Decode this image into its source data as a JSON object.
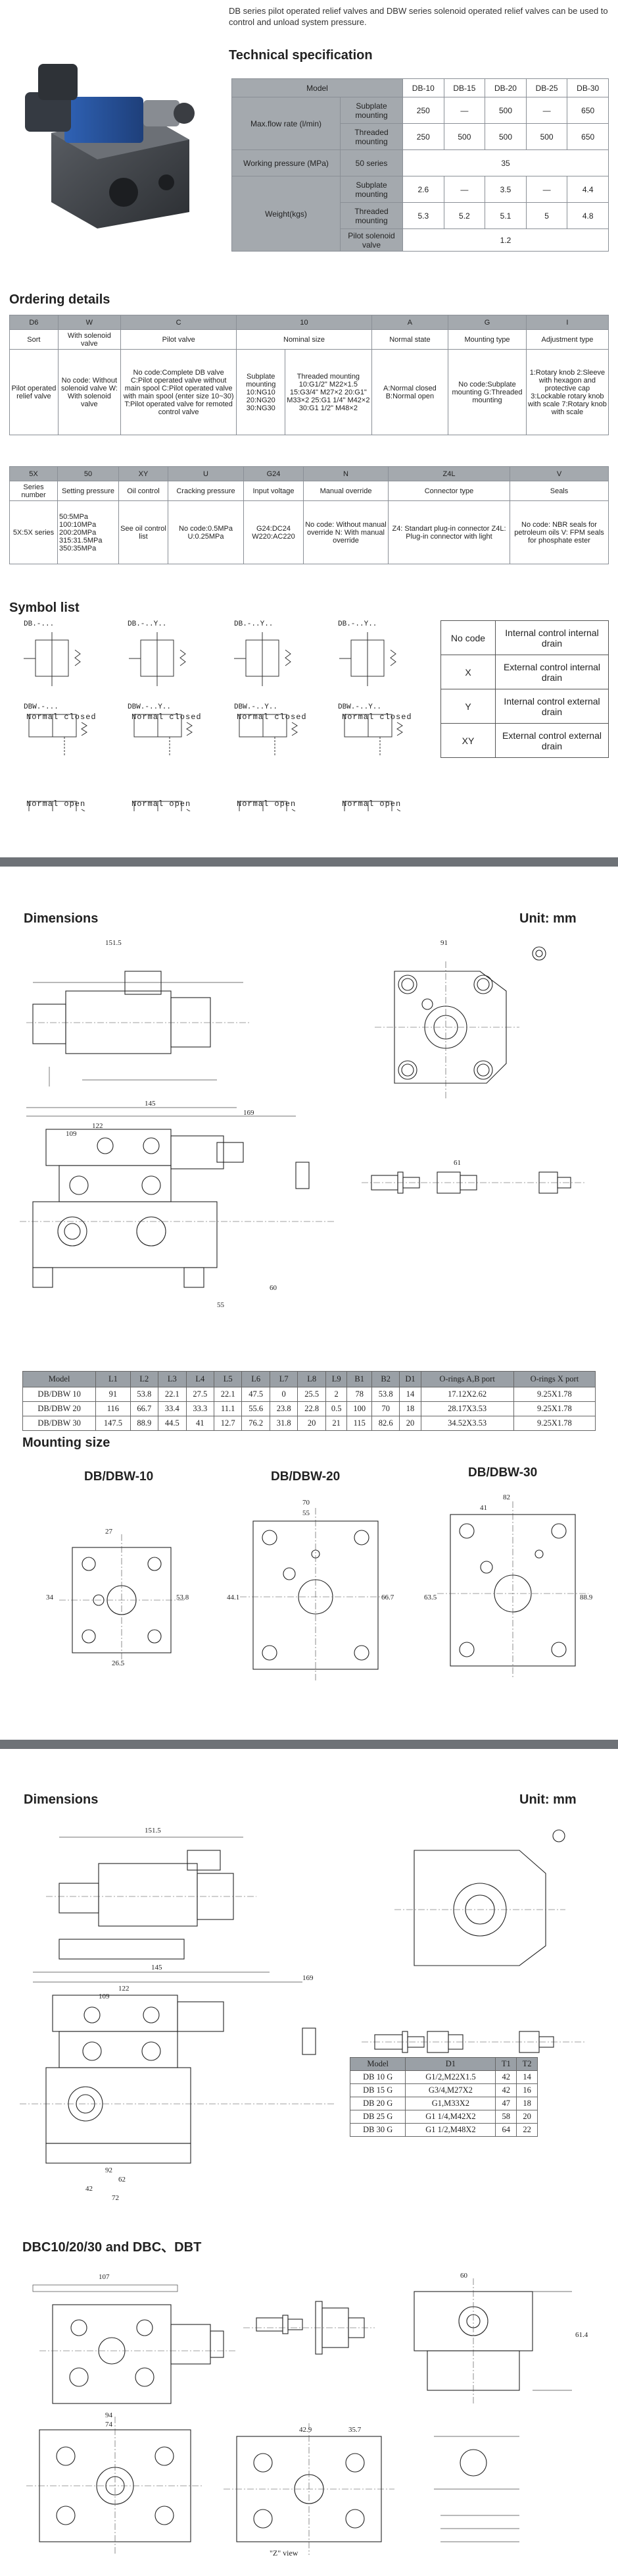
{
  "intro_text": "DB series pilot operated relief valves and DBW series solenoid operated relief valves can be used to control and unload system pressure.",
  "tech_spec": {
    "title": "Technical specification",
    "header": {
      "model": "Model",
      "cols": [
        "DB-10",
        "DB-15",
        "DB-20",
        "DB-25",
        "DB-30"
      ]
    },
    "max_flow": {
      "label": "Max.flow rate (l/min)",
      "subplate": "Subplate mounting",
      "threaded": "Threaded mounting",
      "subplate_vals": [
        "250",
        "—",
        "500",
        "—",
        "650"
      ],
      "threaded_vals": [
        "250",
        "500",
        "500",
        "500",
        "650"
      ]
    },
    "pressure": {
      "label": "Working pressure (MPa)",
      "series": "50 series",
      "value": "35"
    },
    "weight": {
      "label": "Weight(kgs)",
      "subplate": "Subplate mounting",
      "threaded": "Threaded mounting",
      "pilot": "Pilot solenoid valve",
      "subplate_vals": [
        "2.6",
        "—",
        "3.5",
        "—",
        "4.4"
      ],
      "threaded_vals": [
        "5.3",
        "5.2",
        "5.1",
        "5",
        "4.8"
      ],
      "pilot_val": "1.2"
    }
  },
  "ordering": {
    "title": "Ordering details",
    "row1_codes": [
      "D6",
      "W",
      "C",
      "10",
      "A",
      "G",
      "I"
    ],
    "row1_heads": [
      "Sort",
      "With solenoid valve",
      "Pilot valve",
      "Nominal size",
      "Normal state",
      "Mounting type",
      "Adjustment type"
    ],
    "row1_desc": [
      "Pilot operated relief valve",
      "No code: Without solenoid valve W: With solenoid valve",
      "No code:Complete DB valve C:Pilot operated valve without main spool C:Pilot operated valve with main spool (enter size 10~30) T:Pilot operated valve for remoted control valve",
      "Subplate mounting 10:NG10 20:NG20 30:NG30",
      "Threaded mounting 10:G1/2\" M22×1.5 15:G3/4\" M27×2 20:G1\" M33×2 25:G1 1/4\" M42×2 30:G1 1/2\" M48×2",
      "A:Normal closed B:Normal open",
      "No code:Subplate mounting G:Threaded mounting",
      "1:Rotary knob 2:Sleeve with hexagon and protective cap 3:Lockable rotary knob with scale 7:Rotary knob with scale"
    ],
    "row2_codes": [
      "5X",
      "50",
      "XY",
      "U",
      "G24",
      "N",
      "Z4L",
      "V"
    ],
    "row2_heads": [
      "Series number",
      "Setting pressure",
      "Oil control",
      "Cracking pressure",
      "Input voltage",
      "Manual override",
      "Connector type",
      "Seals"
    ],
    "row2_desc": [
      "5X:5X series",
      "50:5MPa 100:10MPa 200:20MPa 315:31.5MPa 350:35MPa",
      "See oil control list",
      "No code:0.5MPa U:0.25MPa",
      "G24:DC24 W220:AC220",
      "No code: Without manual override N: With manual override",
      "Z4: Standart plug-in connector Z4L: Plug-in connector with light",
      "No code: NBR seals for petroleum oils V: FPM seals for phosphate ester"
    ]
  },
  "symbols": {
    "title": "Symbol list",
    "captions_top": [
      "DB.-...",
      "DB.-..Y..",
      "DB.-..Y..",
      "DB.-..Y.."
    ],
    "captions_mid": [
      "DBW.-...",
      "DBW.-..Y..",
      "DBW.-..Y..",
      "DBW.-..Y.."
    ],
    "normal_closed": "Normal closed",
    "normal_open": "Normal open",
    "oil_control": [
      {
        "code": "No code",
        "desc": "Internal control internal drain"
      },
      {
        "code": "X",
        "desc": "External control internal drain"
      },
      {
        "code": "Y",
        "desc": "Internal control external drain"
      },
      {
        "code": "XY",
        "desc": "External control external drain"
      }
    ]
  },
  "dimensions1": {
    "title": "Dimensions",
    "unit": "Unit: mm",
    "dims": [
      "151.5",
      "145",
      "169",
      "122",
      "109",
      "91",
      "61",
      "60",
      "55"
    ],
    "table": {
      "headers": [
        "Model",
        "L1",
        "L2",
        "L3",
        "L4",
        "L5",
        "L6",
        "L7",
        "L8",
        "L9",
        "B1",
        "B2",
        "D1",
        "O-rings A,B port",
        "O-rings X port"
      ],
      "rows": [
        [
          "DB/DBW 10",
          "91",
          "53.8",
          "22.1",
          "27.5",
          "22.1",
          "47.5",
          "0",
          "25.5",
          "2",
          "78",
          "53.8",
          "14",
          "17.12X2.62",
          "9.25X1.78"
        ],
        [
          "DB/DBW 20",
          "116",
          "66.7",
          "33.4",
          "33.3",
          "11.1",
          "55.6",
          "23.8",
          "22.8",
          "0.5",
          "100",
          "70",
          "18",
          "28.17X3.53",
          "9.25X1.78"
        ],
        [
          "DB/DBW 30",
          "147.5",
          "88.9",
          "44.5",
          "41",
          "12.7",
          "76.2",
          "31.8",
          "20",
          "21",
          "115",
          "82.6",
          "20",
          "34.52X3.53",
          "9.25X1.78"
        ]
      ]
    }
  },
  "mounting": {
    "title": "Mounting size",
    "views": [
      {
        "label": "DB/DBW-10",
        "dims": [
          "34",
          "27",
          "53.8",
          "26.5"
        ]
      },
      {
        "label": "DB/DBW-20",
        "dims": [
          "70",
          "55",
          "66.7",
          "44.1"
        ]
      },
      {
        "label": "DB/DBW-30",
        "dims": [
          "82",
          "41",
          "88.9",
          "63.5"
        ]
      }
    ]
  },
  "dimensions2": {
    "title": "Dimensions",
    "unit": "Unit: mm",
    "dims": [
      "151.5",
      "145",
      "169",
      "122",
      "109",
      "92",
      "62",
      "42",
      "72"
    ],
    "table": {
      "headers": [
        "Model",
        "D1",
        "T1",
        "T2"
      ],
      "rows": [
        [
          "DB 10 G",
          "G1/2,M22X1.5",
          "42",
          "14"
        ],
        [
          "DB 15 G",
          "G3/4,M27X2",
          "42",
          "16"
        ],
        [
          "DB 20 G",
          "G1,M33X2",
          "47",
          "18"
        ],
        [
          "DB 25 G",
          "G1 1/4,M42X2",
          "58",
          "20"
        ],
        [
          "DB 30 G",
          "G1 1/2,M48X2",
          "64",
          "22"
        ]
      ]
    }
  },
  "dbc": {
    "title": "DBC10/20/30 and DBC、DBT",
    "view_label": "\"Z\" view",
    "dims": [
      "107",
      "94",
      "74",
      "61.4",
      "42.9",
      "35.7",
      "60"
    ]
  }
}
